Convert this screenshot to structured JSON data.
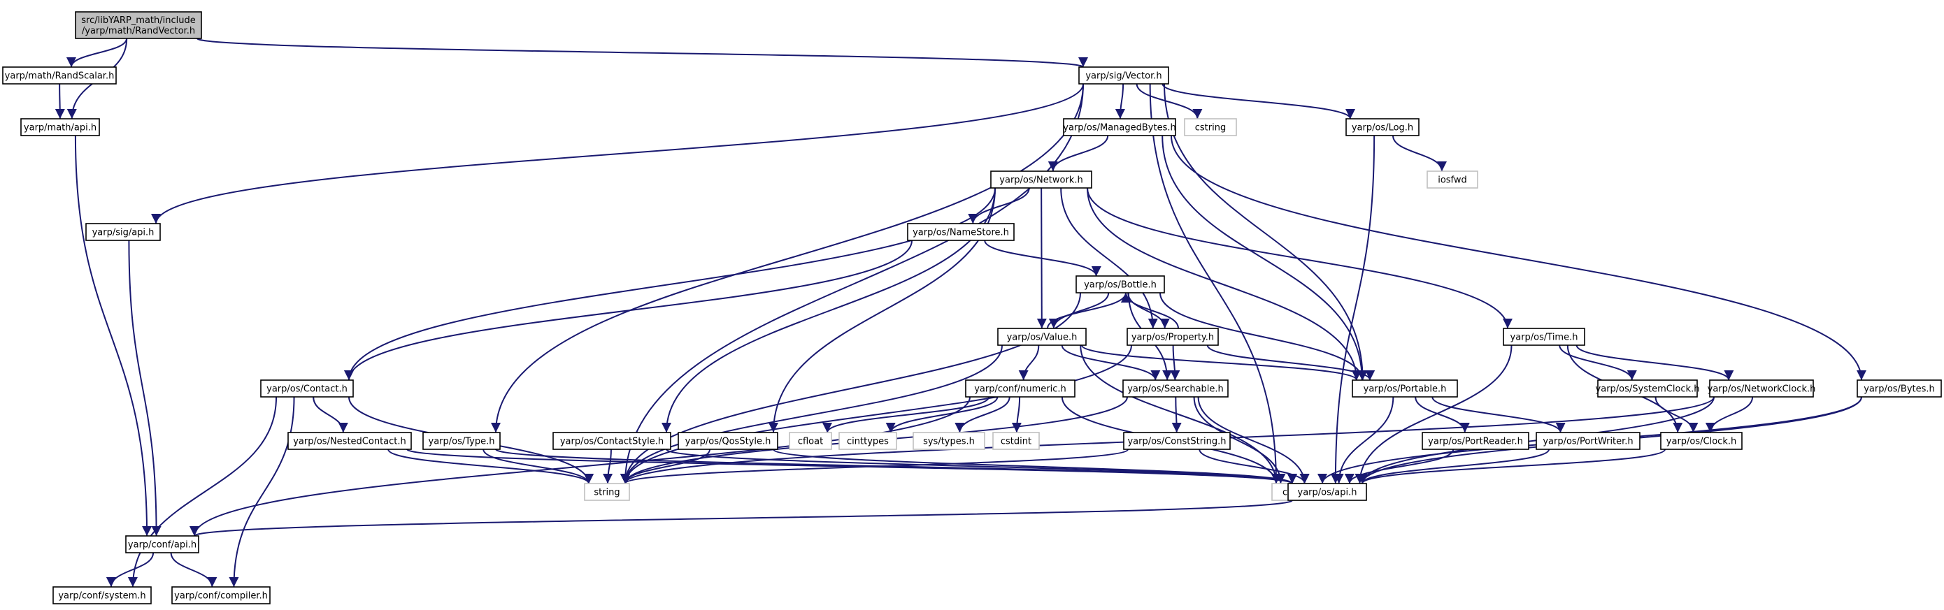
{
  "root_label": [
    "src/libYARP_math/include",
    "/yarp/math/RandVector.h"
  ],
  "nodes": {
    "randscalar": "yarp/math/RandScalar.h",
    "mathapi": "yarp/math/api.h",
    "sigvector": "yarp/sig/Vector.h",
    "sigapi": "yarp/sig/api.h",
    "managedbytes": "yarp/os/ManagedBytes.h",
    "cstring": "cstring",
    "log": "yarp/os/Log.h",
    "iosfwd": "iosfwd",
    "network": "yarp/os/Network.h",
    "namestore": "yarp/os/NameStore.h",
    "bottle": "yarp/os/Bottle.h",
    "value": "yarp/os/Value.h",
    "property": "yarp/os/Property.h",
    "time": "yarp/os/Time.h",
    "contact": "yarp/os/Contact.h",
    "numeric": "yarp/conf/numeric.h",
    "searchable": "yarp/os/Searchable.h",
    "portable": "yarp/os/Portable.h",
    "systemclock": "yarp/os/SystemClock.h",
    "networkclock": "yarp/os/NetworkClock.h",
    "bytes": "yarp/os/Bytes.h",
    "nestedcontact": "yarp/os/NestedContact.h",
    "type": "yarp/os/Type.h",
    "contactstyle": "yarp/os/ContactStyle.h",
    "qosstyle": "yarp/os/QosStyle.h",
    "cfloat": "cfloat",
    "cinttypes": "cinttypes",
    "systypes": "sys/types.h",
    "cstdint": "cstdint",
    "cstddef": "cstddef",
    "conststring": "yarp/os/ConstString.h",
    "portreader": "yarp/os/PortReader.h",
    "portwriter": "yarp/os/PortWriter.h",
    "clock": "yarp/os/Clock.h",
    "string": "string",
    "osapi": "yarp/os/api.h",
    "confapi": "yarp/conf/api.h",
    "system": "yarp/conf/system.h",
    "compiler": "yarp/conf/compiler.h"
  },
  "edges": [
    [
      "root",
      "randscalar"
    ],
    [
      "root",
      "mathapi"
    ],
    [
      "root",
      "sigvector"
    ],
    [
      "randscalar",
      "mathapi"
    ],
    [
      "mathapi",
      "confapi"
    ],
    [
      "sigvector",
      "sigapi"
    ],
    [
      "sigvector",
      "managedbytes"
    ],
    [
      "sigvector",
      "cstring"
    ],
    [
      "sigvector",
      "log"
    ],
    [
      "sigvector",
      "type"
    ],
    [
      "sigvector",
      "string"
    ],
    [
      "sigvector",
      "portable"
    ],
    [
      "sigvector",
      "cstddef"
    ],
    [
      "sigapi",
      "confapi"
    ],
    [
      "managedbytes",
      "network"
    ],
    [
      "managedbytes",
      "portable"
    ],
    [
      "managedbytes",
      "bytes"
    ],
    [
      "log",
      "iosfwd"
    ],
    [
      "log",
      "osapi"
    ],
    [
      "network",
      "namestore"
    ],
    [
      "network",
      "value"
    ],
    [
      "network",
      "property"
    ],
    [
      "network",
      "portable"
    ],
    [
      "network",
      "time"
    ],
    [
      "network",
      "contact"
    ],
    [
      "network",
      "contactstyle"
    ],
    [
      "network",
      "qosstyle"
    ],
    [
      "namestore",
      "bottle"
    ],
    [
      "namestore",
      "contact"
    ],
    [
      "bottle",
      "value"
    ],
    [
      "bottle",
      "property"
    ],
    [
      "bottle",
      "searchable"
    ],
    [
      "bottle",
      "portable"
    ],
    [
      "bottle",
      "string"
    ],
    [
      "value",
      "bottle"
    ],
    [
      "value",
      "numeric"
    ],
    [
      "value",
      "searchable"
    ],
    [
      "value",
      "portable"
    ],
    [
      "value",
      "string"
    ],
    [
      "value",
      "cstddef"
    ],
    [
      "property",
      "bottle"
    ],
    [
      "property",
      "searchable"
    ],
    [
      "property",
      "portable"
    ],
    [
      "property",
      "string"
    ],
    [
      "time",
      "systemclock"
    ],
    [
      "time",
      "networkclock"
    ],
    [
      "time",
      "clock"
    ],
    [
      "time",
      "osapi"
    ],
    [
      "contact",
      "nestedcontact"
    ],
    [
      "contact",
      "string"
    ],
    [
      "contact",
      "system"
    ],
    [
      "contact",
      "compiler"
    ],
    [
      "numeric",
      "cfloat"
    ],
    [
      "numeric",
      "cinttypes"
    ],
    [
      "numeric",
      "systypes"
    ],
    [
      "numeric",
      "cstdint"
    ],
    [
      "numeric",
      "cstddef"
    ],
    [
      "numeric",
      "confapi"
    ],
    [
      "searchable",
      "conststring"
    ],
    [
      "searchable",
      "cstddef"
    ],
    [
      "searchable",
      "string"
    ],
    [
      "searchable",
      "osapi"
    ],
    [
      "portable",
      "portreader"
    ],
    [
      "portable",
      "portwriter"
    ],
    [
      "portable",
      "osapi"
    ],
    [
      "systemclock",
      "clock"
    ],
    [
      "networkclock",
      "clock"
    ],
    [
      "networkclock",
      "string"
    ],
    [
      "networkclock",
      "osapi"
    ],
    [
      "bytes",
      "cstddef"
    ],
    [
      "bytes",
      "osapi"
    ],
    [
      "nestedcontact",
      "string"
    ],
    [
      "nestedcontact",
      "osapi"
    ],
    [
      "type",
      "string"
    ],
    [
      "type",
      "osapi"
    ],
    [
      "contactstyle",
      "string"
    ],
    [
      "contactstyle",
      "osapi"
    ],
    [
      "qosstyle",
      "string"
    ],
    [
      "qosstyle",
      "osapi"
    ],
    [
      "conststring",
      "string"
    ],
    [
      "conststring",
      "osapi"
    ],
    [
      "portreader",
      "osapi"
    ],
    [
      "portwriter",
      "osapi"
    ],
    [
      "clock",
      "osapi"
    ],
    [
      "osapi",
      "confapi"
    ],
    [
      "confapi",
      "system"
    ],
    [
      "confapi",
      "compiler"
    ]
  ],
  "external_headers": [
    "cstring",
    "iosfwd",
    "cfloat",
    "cinttypes",
    "systypes",
    "cstdint",
    "cstddef",
    "string"
  ]
}
